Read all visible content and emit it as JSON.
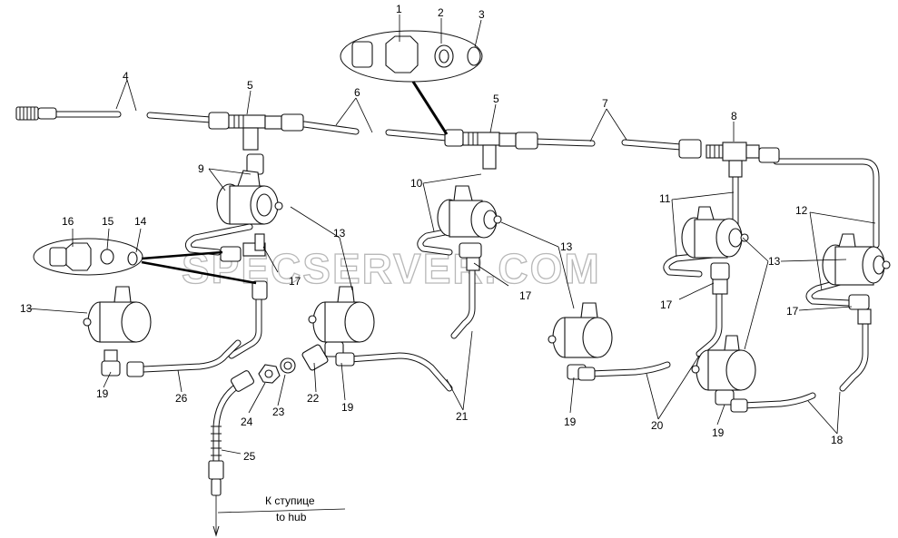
{
  "watermark": "SPECSERVER.COM",
  "hub_label_ru": "К ступице",
  "hub_label_en": "to hub",
  "labels": [
    "1",
    "2",
    "3",
    "4",
    "5",
    "6",
    "7",
    "8",
    "9",
    "10",
    "11",
    "12",
    "13",
    "14",
    "15",
    "16",
    "17",
    "18",
    "19",
    "20",
    "21",
    "22",
    "23",
    "24",
    "25",
    "26"
  ]
}
